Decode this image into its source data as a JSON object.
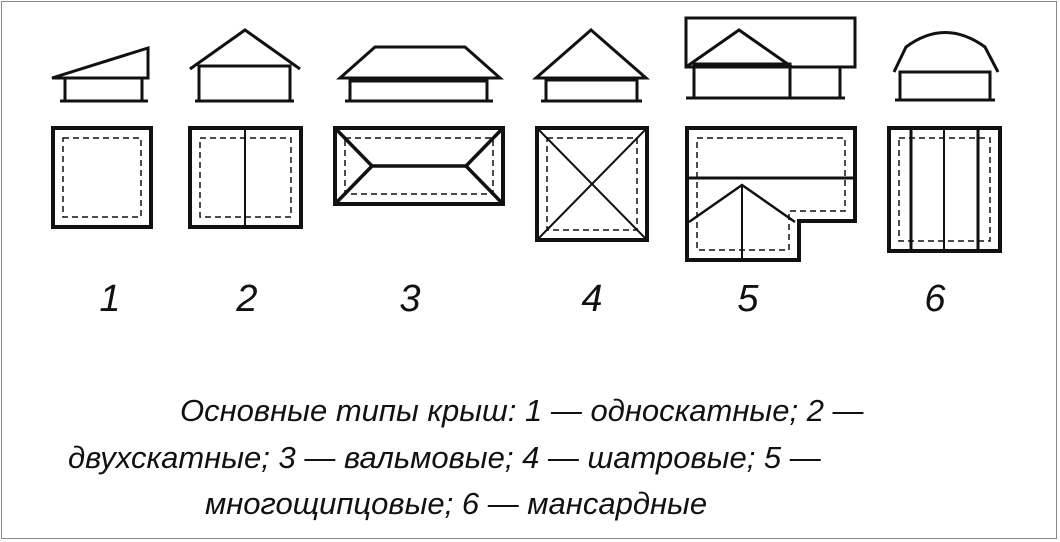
{
  "diagram": {
    "labels": [
      "1",
      "2",
      "3",
      "4",
      "5",
      "6"
    ],
    "caption": {
      "line1": "Основные типы крыш: 1 — односкатные; 2 —",
      "line2": "двухскатные; 3 — вальмовые; 4 — шатровые; 5 —",
      "line3": "многощипцовые; 6 — мансардные"
    },
    "colors": {
      "ink": "#111111",
      "background": "#ffffff"
    }
  }
}
